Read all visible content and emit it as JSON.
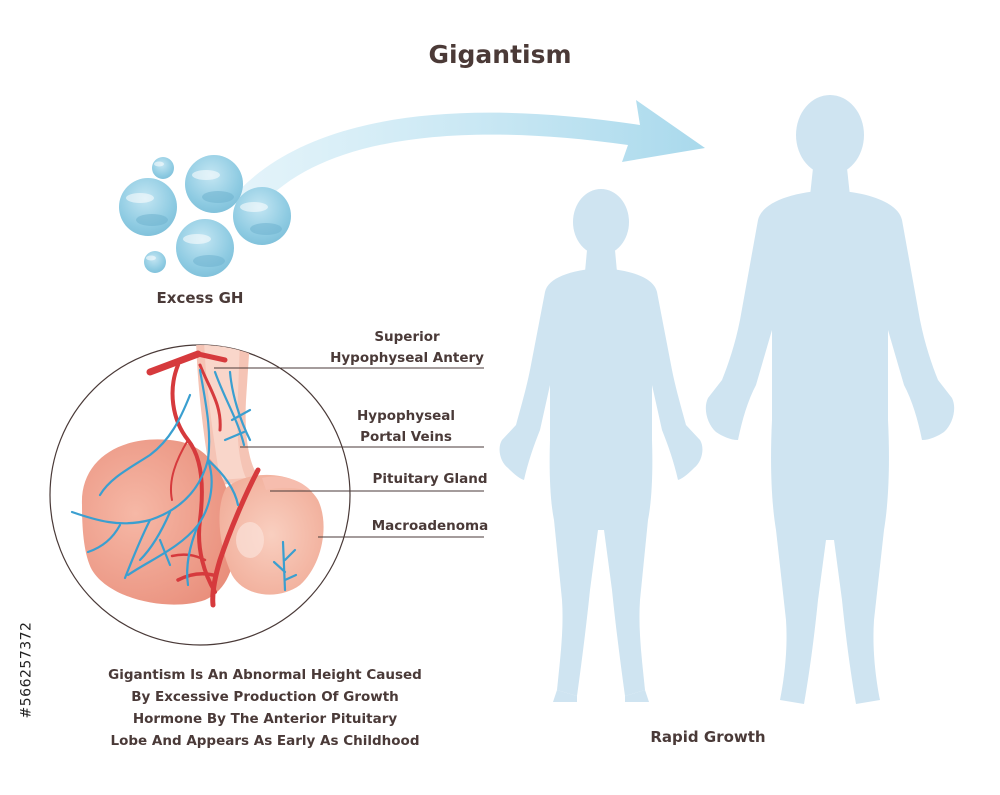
{
  "title": "Gigantism",
  "excess_gh_label": "Excess GH",
  "labels": {
    "superior_line1": "Superior",
    "superior_line2": "Hypophyseal Antery",
    "portal_line1": "Hypophyseal",
    "portal_line2": "Portal Veins",
    "pituitary_gland": "Pituitary Gland",
    "macroadenoma": "Macroadenoma"
  },
  "description": [
    "Gigantism Is An Abnormal Height Caused",
    "By Excessive Production Of Growth",
    "Hormone By The Anterior Pituitary",
    "Lobe And Appears As Early As Childhood"
  ],
  "rapid_growth_label": "Rapid Growth",
  "stock_id": "#566257372",
  "colors": {
    "text": "#4a3a38",
    "silhouette": "#cfe4f1",
    "arrow": "#bde0ef",
    "sphere": "#8ec9e0",
    "gland": "#f0a492",
    "artery": "#d8363a",
    "vein": "#3a9fd0"
  }
}
